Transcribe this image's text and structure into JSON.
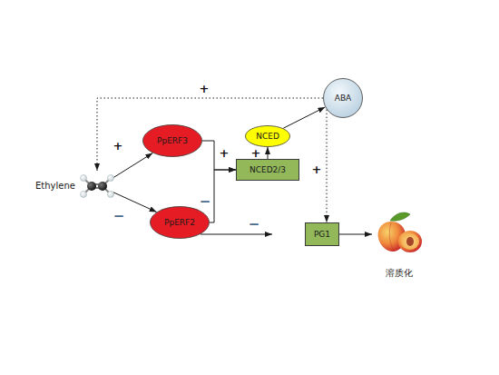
{
  "diagram": {
    "nodes": [
      {
        "text": [
          "Ethylene"
        ]
      },
      {
        "text": [
          "PpERF3"
        ]
      },
      {
        "text": [
          "PpERF2"
        ]
      },
      {
        "text": [
          "NCED2/3"
        ]
      },
      {
        "text": [
          "NCED"
        ]
      },
      {
        "text": [
          "ABA"
        ]
      },
      {
        "text": [
          "PG1"
        ]
      },
      {
        "text": [
          "溶质化"
        ]
      }
    ],
    "edges": [
      {
        "from": 0,
        "to": 1,
        "label": "+",
        "arrow": "to"
      },
      {
        "from": 0,
        "to": 2,
        "label": "−",
        "arrow": "to"
      },
      {
        "from": 1,
        "to": 3,
        "label": "+",
        "arrow": "to"
      },
      {
        "from": 2,
        "to": 3,
        "label": "−",
        "arrow": "to"
      },
      {
        "from": 3,
        "to": 4,
        "label": "+",
        "arrow": "to"
      },
      {
        "from": 4,
        "to": 5,
        "arrow": "to"
      },
      {
        "from": 5,
        "to": 0,
        "label": "+",
        "arrow": "to"
      },
      {
        "from": 5,
        "to": 6,
        "label": "+",
        "arrow": "to"
      },
      {
        "from": 2,
        "to": 6,
        "label": "−",
        "arrow": "to"
      },
      {
        "from": 6,
        "to": 7,
        "arrow": "to"
      }
    ]
  }
}
